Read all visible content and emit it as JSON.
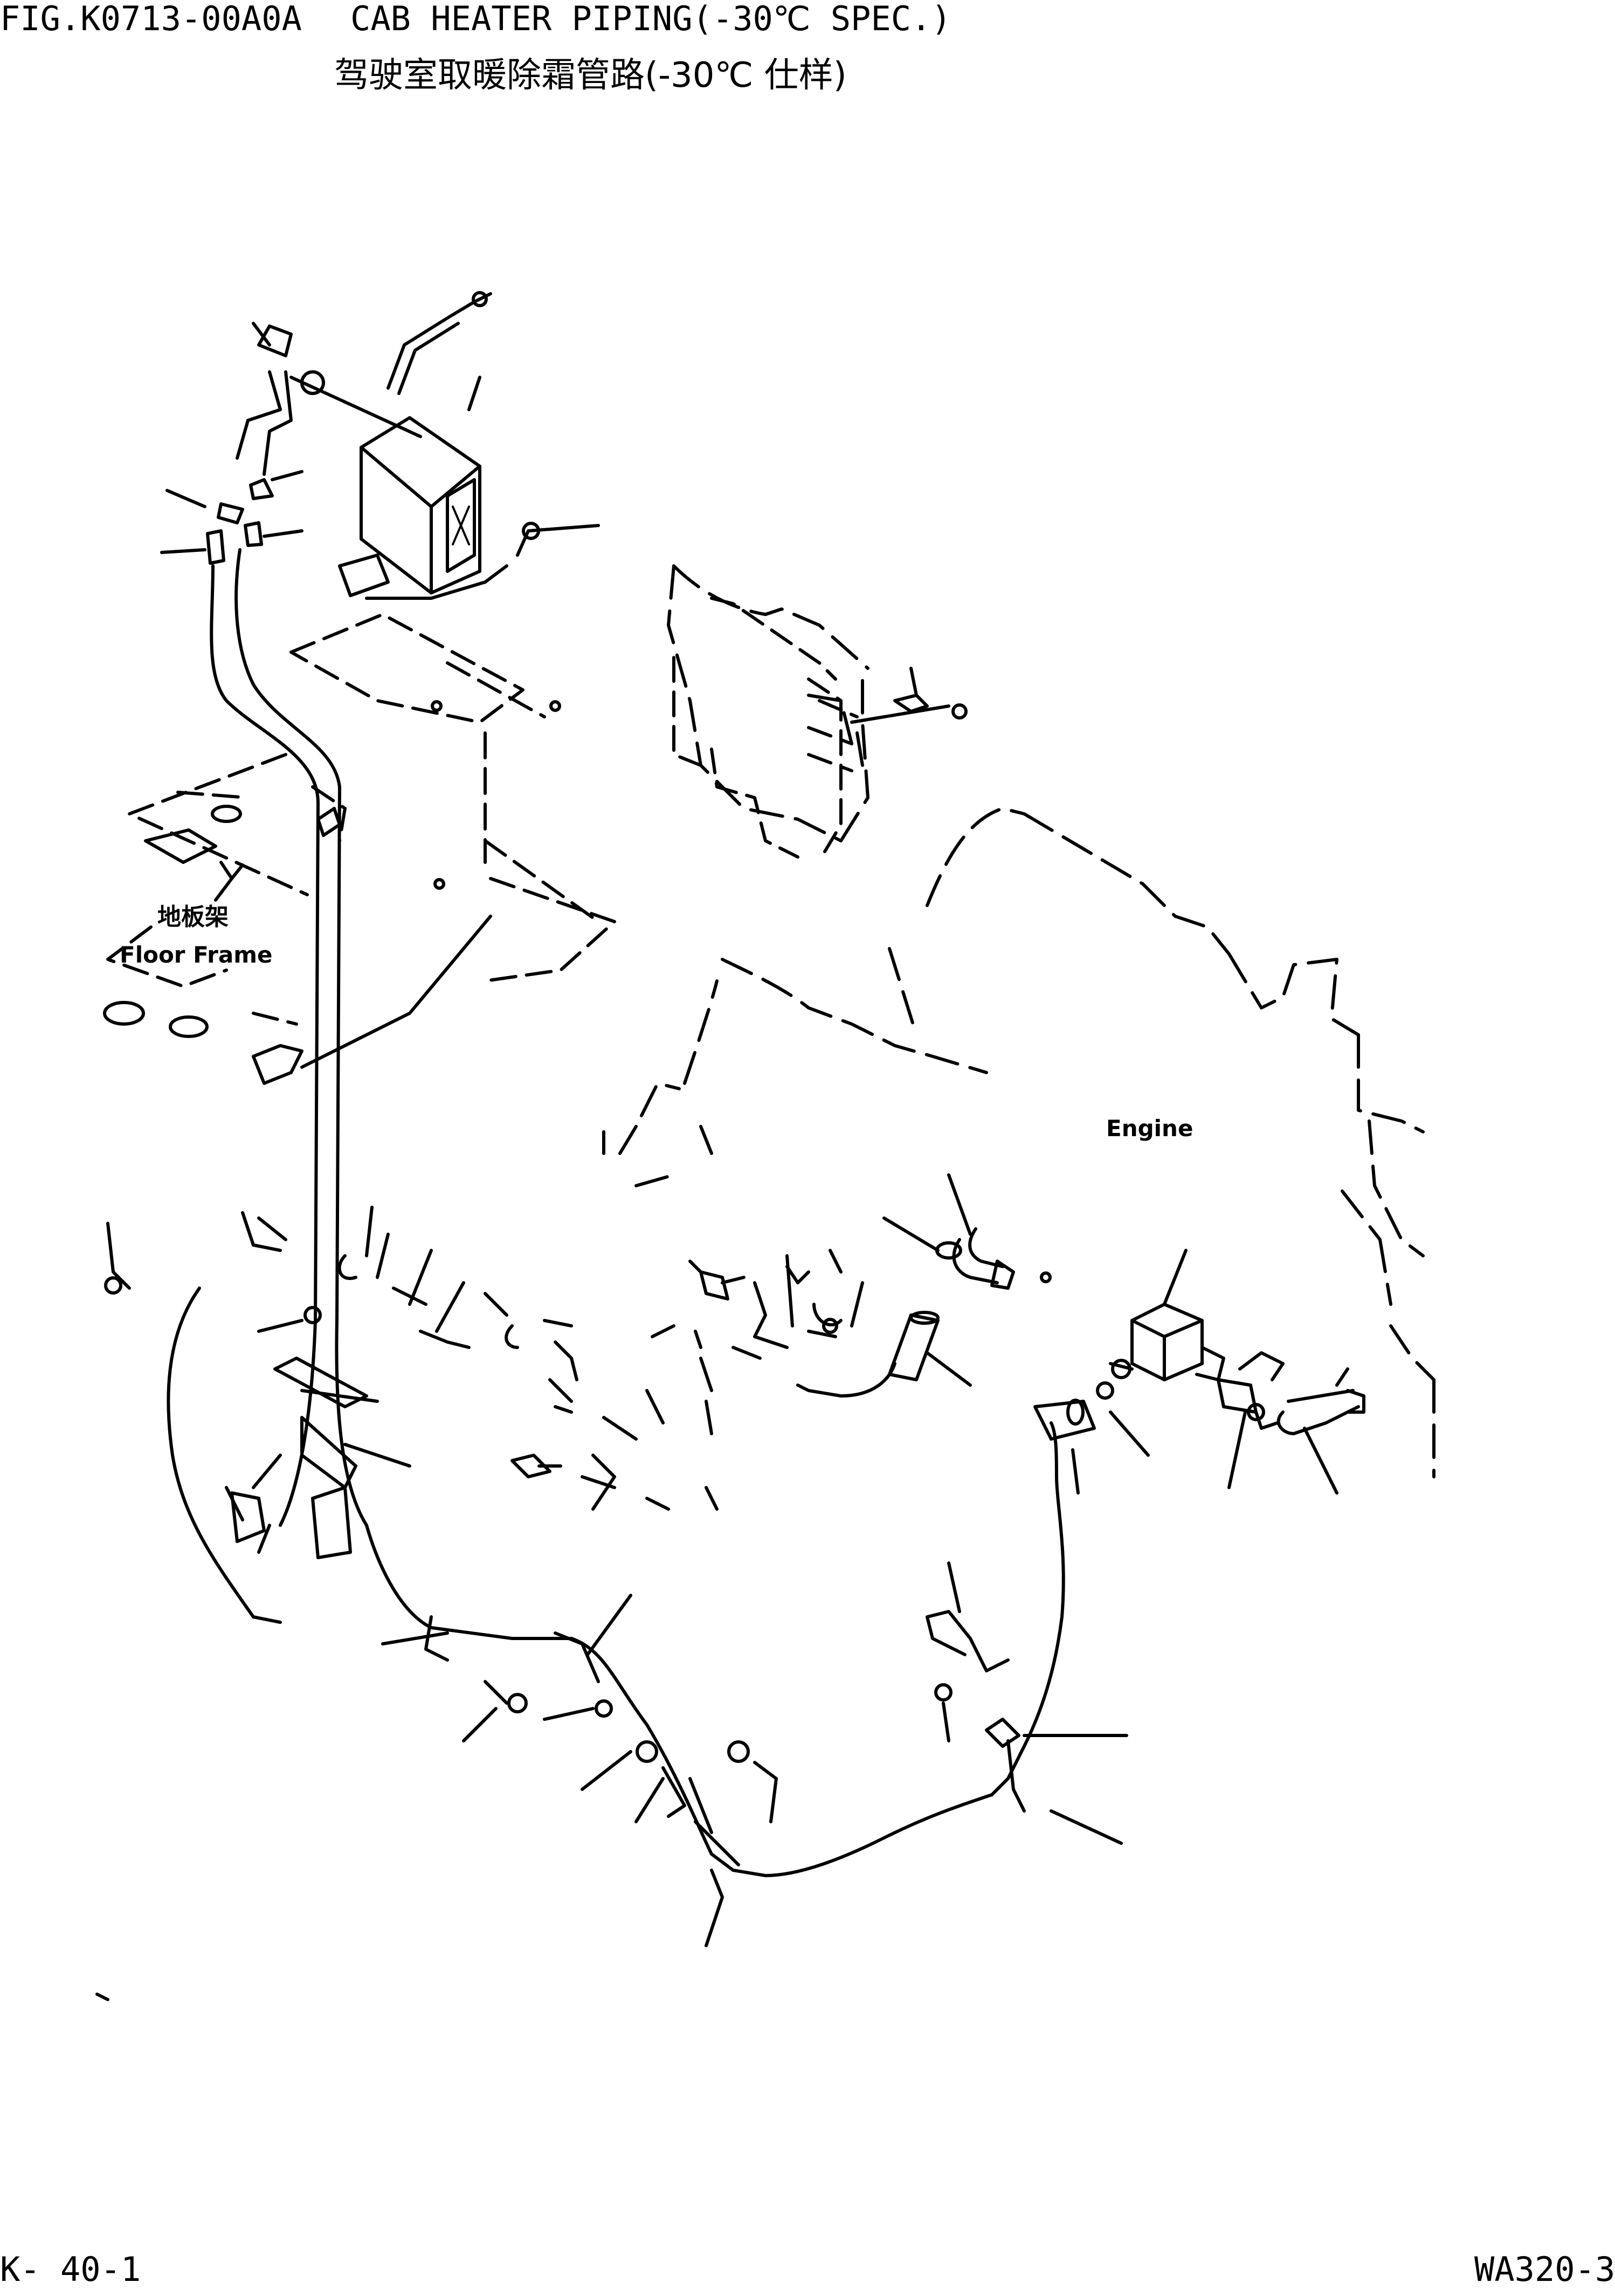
{
  "header": {
    "fig_number": "FIG.K0713-00A0A",
    "title_en": "CAB HEATER PIPING(-30℃ SPEC.)",
    "title_cn": "驾驶室取暖除霜管路(-30℃ 仕样)"
  },
  "labels": {
    "floor_frame_cn": "地板架",
    "floor_frame_en": "Floor Frame",
    "engine": "Engine"
  },
  "footer": {
    "page_ref": "K- 40-1",
    "model": "WA320-3"
  }
}
